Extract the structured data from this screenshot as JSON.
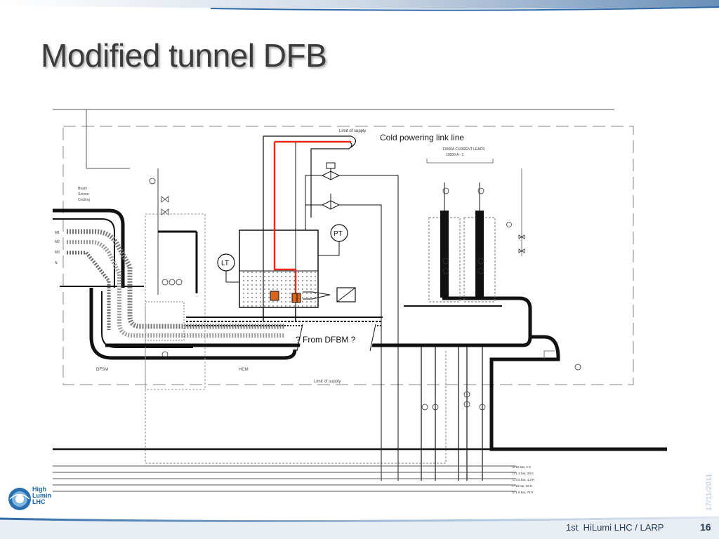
{
  "title": "Modified tunnel DFB",
  "diagram": {
    "cold_powering_label": "Cold powering link line",
    "limit_of_supply_top": "Limit of supply",
    "limit_of_supply_bottom": "Limit of supply",
    "lt_label": "LT",
    "pt_label": "PT",
    "from_dfbm_label": "? From DFBM ?",
    "beam_screen_label_1": "Beam",
    "beam_screen_label_2": "Screen",
    "beam_screen_label_3": "Cooling",
    "dfsm_label": "DFSM",
    "hcm_label": "HCM",
    "current_leads_label": "13000A CURRENT LEADS",
    "current_leads_sub": "13000 A - 1",
    "line_labels": [
      "M1",
      "M2",
      "M3",
      "N"
    ],
    "pipe_labels": [
      "B 15 bar, 4 K",
      "D 1.3 bar, 20 K",
      "C 3.5 bar, 4.5 K",
      "F 18 bar, 50 K",
      "E 1.5 bar, 75 K"
    ],
    "colors": {
      "red_line": "#e8291c",
      "orange_sensor": "#d8651e",
      "line": "#1a1a1a",
      "dashed": "#888888"
    }
  },
  "footer": {
    "event": "1st  HiLumi LHC / LARP",
    "page": "16",
    "date": "17/11/2011"
  },
  "logo": {
    "line1": "High",
    "line2": "Lumin",
    "line3": "LHC"
  }
}
